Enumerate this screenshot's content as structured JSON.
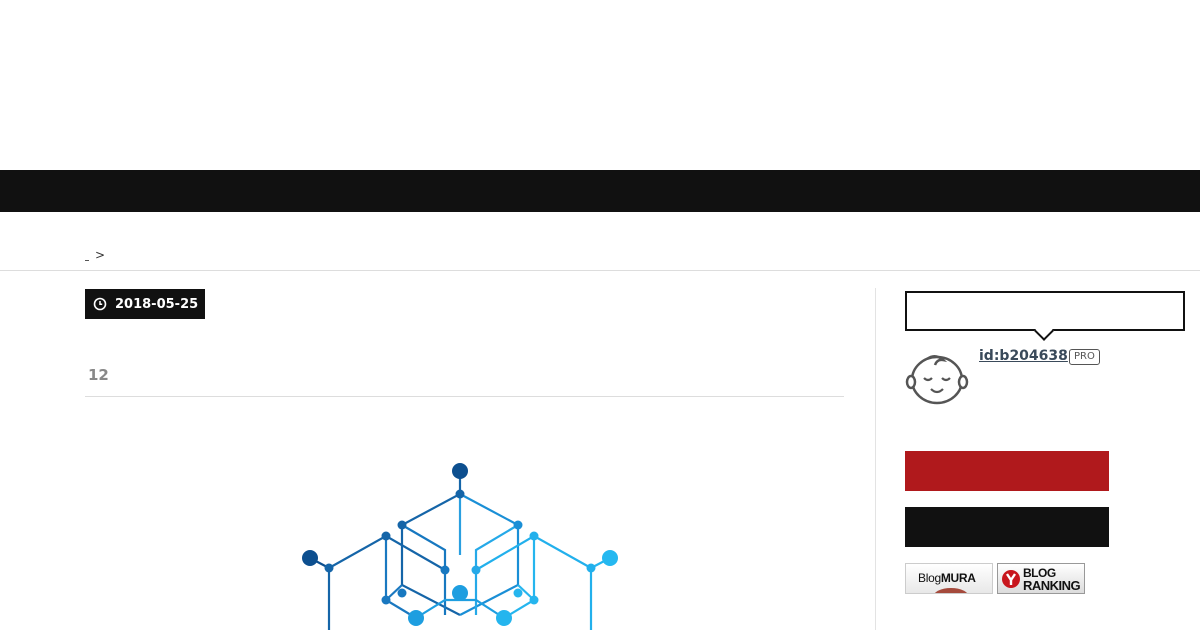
{
  "breadcrumb": {
    "separator": ">"
  },
  "entry": {
    "date": "2018-05-25",
    "count": "12"
  },
  "profile": {
    "user_id": "id:b204638",
    "badge": "PRO"
  },
  "banners": {
    "mura_prefix": "Blog",
    "mura_suffix": "MURA",
    "ranking_line1": "BLOG",
    "ranking_line2": "RANKING"
  },
  "colors": {
    "navbar": "#111111",
    "accent_red": "#b0191c",
    "hero_blue": "#1a8fd6",
    "hero_dark_blue": "#0d4f8f"
  },
  "icons": {
    "date": "clock-icon",
    "avatar": "baby-face-icon",
    "hero": "cube-network-illustration"
  }
}
